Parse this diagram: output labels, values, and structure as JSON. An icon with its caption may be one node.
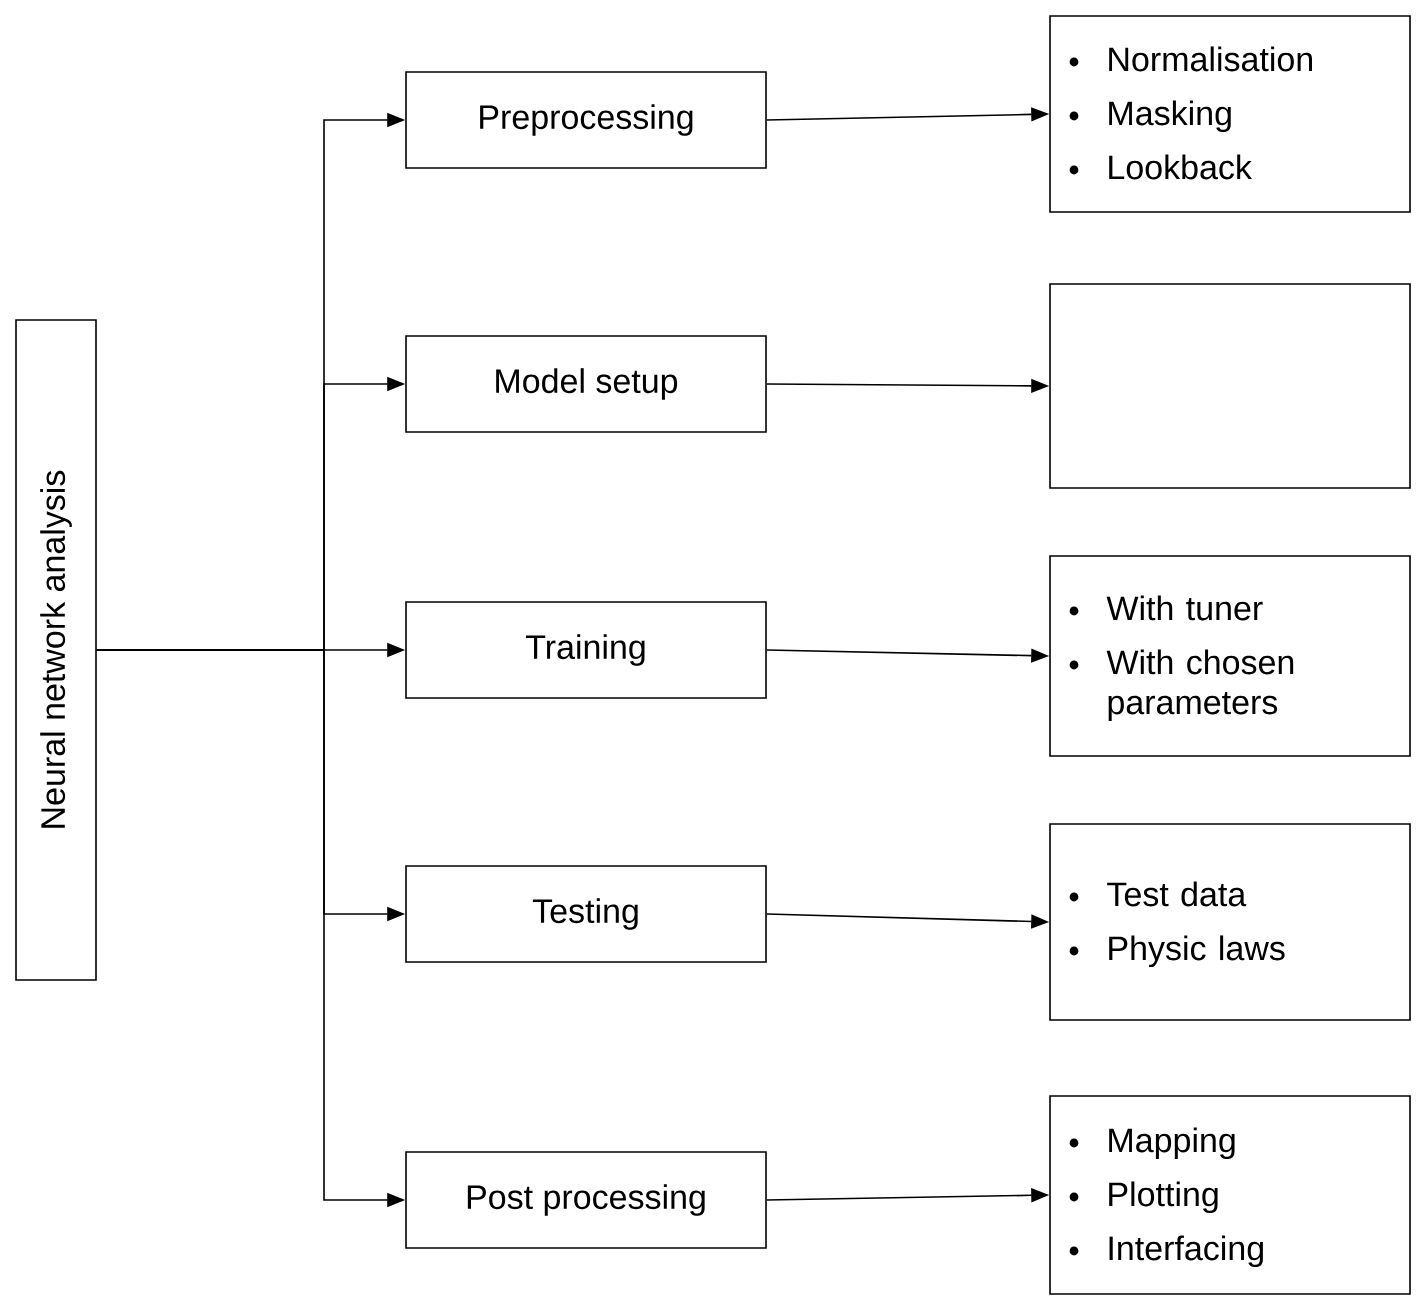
{
  "diagram": {
    "nodes": [
      {
        "text": [
          "Neural network analysis"
        ]
      },
      {
        "text": [
          "Preprocessing"
        ]
      },
      {
        "text": [
          "Model setup"
        ]
      },
      {
        "text": [
          "Training"
        ]
      },
      {
        "text": [
          "Testing"
        ]
      },
      {
        "text": [
          "Post processing"
        ]
      },
      {
        "text": [
          "Normalisation",
          "Masking",
          "Lookback"
        ]
      },
      {
        "text": [],
        "shape": "box"
      },
      {
        "text": [
          "With tuner",
          "With chosen parameters"
        ]
      },
      {
        "text": [
          "Test data",
          "Physic laws"
        ]
      },
      {
        "text": [
          "Mapping",
          "Plotting",
          "Interfacing"
        ]
      }
    ],
    "edges": [
      {
        "from": 0,
        "to": 1,
        "arrow": "to"
      },
      {
        "from": 0,
        "to": 2,
        "arrow": "to"
      },
      {
        "from": 0,
        "to": 3,
        "arrow": "to"
      },
      {
        "from": 0,
        "to": 4,
        "arrow": "to"
      },
      {
        "from": 0,
        "to": 5,
        "arrow": "to"
      },
      {
        "from": 1,
        "to": 6,
        "arrow": "to"
      },
      {
        "from": 2,
        "to": 7,
        "arrow": "to"
      },
      {
        "from": 3,
        "to": 8,
        "arrow": "to"
      },
      {
        "from": 4,
        "to": 9,
        "arrow": "to"
      },
      {
        "from": 5,
        "to": 10,
        "arrow": "to"
      }
    ]
  }
}
